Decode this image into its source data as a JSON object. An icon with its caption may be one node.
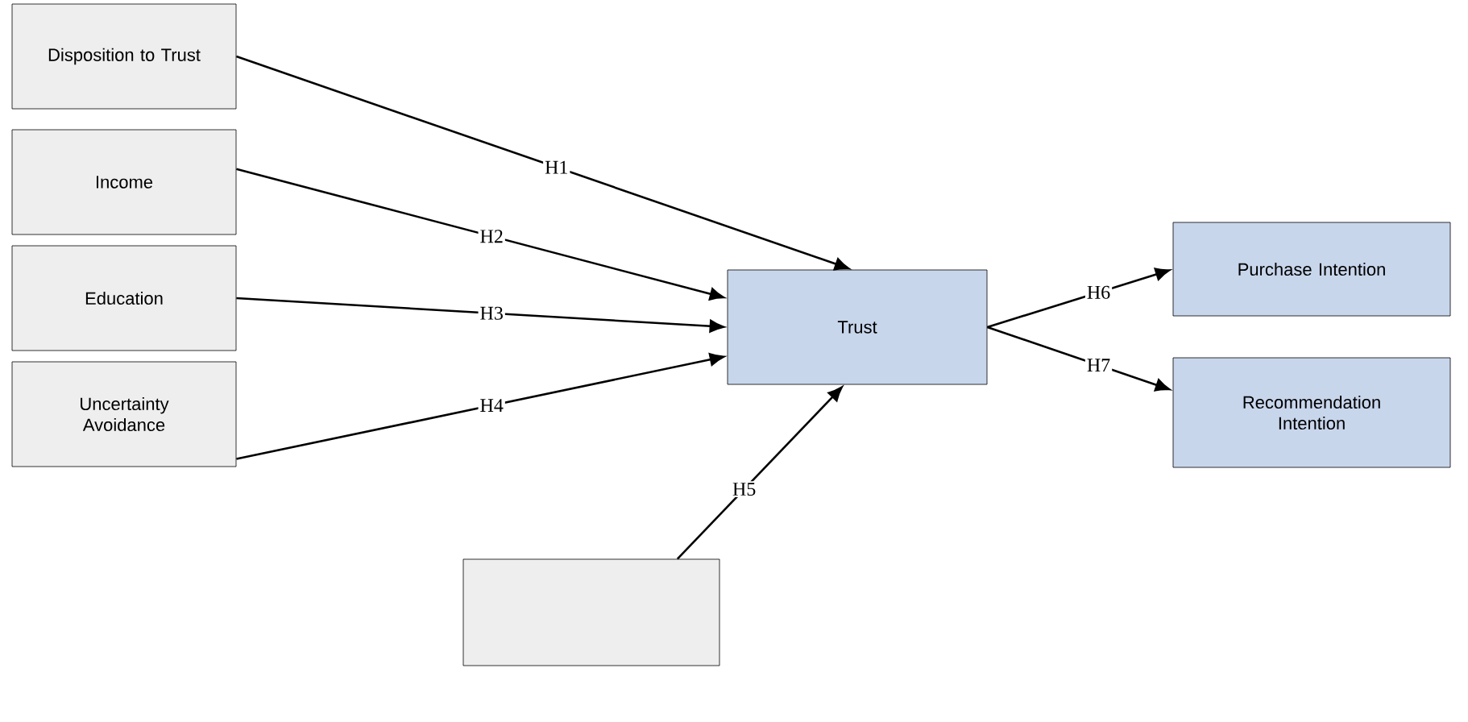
{
  "diagram": {
    "nodes": [
      {
        "text": [
          "Disposition to Trust"
        ]
      },
      {
        "text": [
          "Income"
        ]
      },
      {
        "text": [
          "Education"
        ]
      },
      {
        "text": [
          "Uncertainty Avoidance"
        ]
      },
      {
        "text": [
          "Trust"
        ]
      },
      {
        "text": [
          "Purchase Intention"
        ]
      },
      {
        "text": [
          "Recommendation Intention"
        ]
      },
      {
        "text": [],
        "shape": "box"
      }
    ],
    "edges": [
      {
        "from": 0,
        "to": 4,
        "arrow": "to",
        "label": "H1"
      },
      {
        "from": 1,
        "to": 4,
        "arrow": "to",
        "label": "H2"
      },
      {
        "from": 2,
        "to": 4,
        "arrow": "to",
        "label": "H3"
      },
      {
        "from": 3,
        "to": 4,
        "arrow": "to",
        "label": "H4"
      },
      {
        "from": 7,
        "to": 4,
        "arrow": "to",
        "label": "H5"
      },
      {
        "from": 4,
        "to": 5,
        "arrow": "to",
        "label": "H6"
      },
      {
        "from": 4,
        "to": 6,
        "arrow": "to",
        "label": "H7"
      }
    ]
  }
}
